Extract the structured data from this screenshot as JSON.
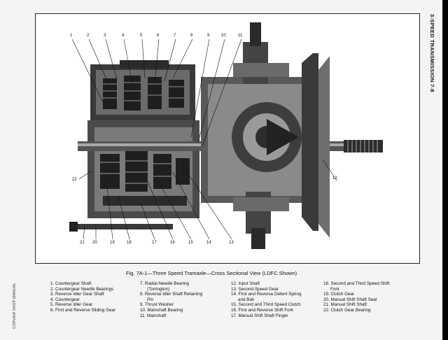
{
  "header": {
    "running_head": "3-SPEED TRANSMISSION 7-8"
  },
  "footer": {
    "manual_name": "CORVAIR SHOP MANUAL"
  },
  "figure": {
    "callouts_top": [
      "1",
      "2",
      "3",
      "4",
      "5",
      "6",
      "7",
      "8",
      "9",
      "10",
      "11"
    ],
    "callouts_bottom": [
      "21",
      "20",
      "19",
      "18",
      "17",
      "16",
      "15",
      "14",
      "13"
    ],
    "callout_left": "22",
    "callout_right": "12",
    "caption": "Fig. 7A-1—Three Speed Tramaxle—Cross Sectional View (LDFC Shown)"
  },
  "legend": {
    "col1": [
      "1. Countergear Shaft",
      "2. Countergear Needle Bearings",
      "3. Reverse Idler Gear Shaft",
      "4. Countergear",
      "5. Reverse Idler Gear",
      "6. First and Reverse Sliding Gear"
    ],
    "col2": [
      "7. Radial Needle Bearing",
      "(Torrington)",
      "8. Reverse Idler Shaft Retaining",
      "Pin",
      "9. Thrust Washer",
      "10. Mainshaft Bearing",
      "11. Mainshaft"
    ],
    "col3": [
      "12. Input Shaft",
      "13. Second-Speed Gear",
      "14. First and Reverse Detent Spring",
      "and Ball",
      "15. Second and Third Speed Clutch",
      "16. First and Reverse Shift Fork",
      "17. Manual Shift Shaft Finger"
    ],
    "col4": [
      "18. Second and Third Speed Shift",
      "Fork",
      "19. Clutch Gear",
      "20. Manual Shift Shaft Seal",
      "21. Manual Shift Shaft",
      "22. Clutch Gear Bearing"
    ]
  }
}
